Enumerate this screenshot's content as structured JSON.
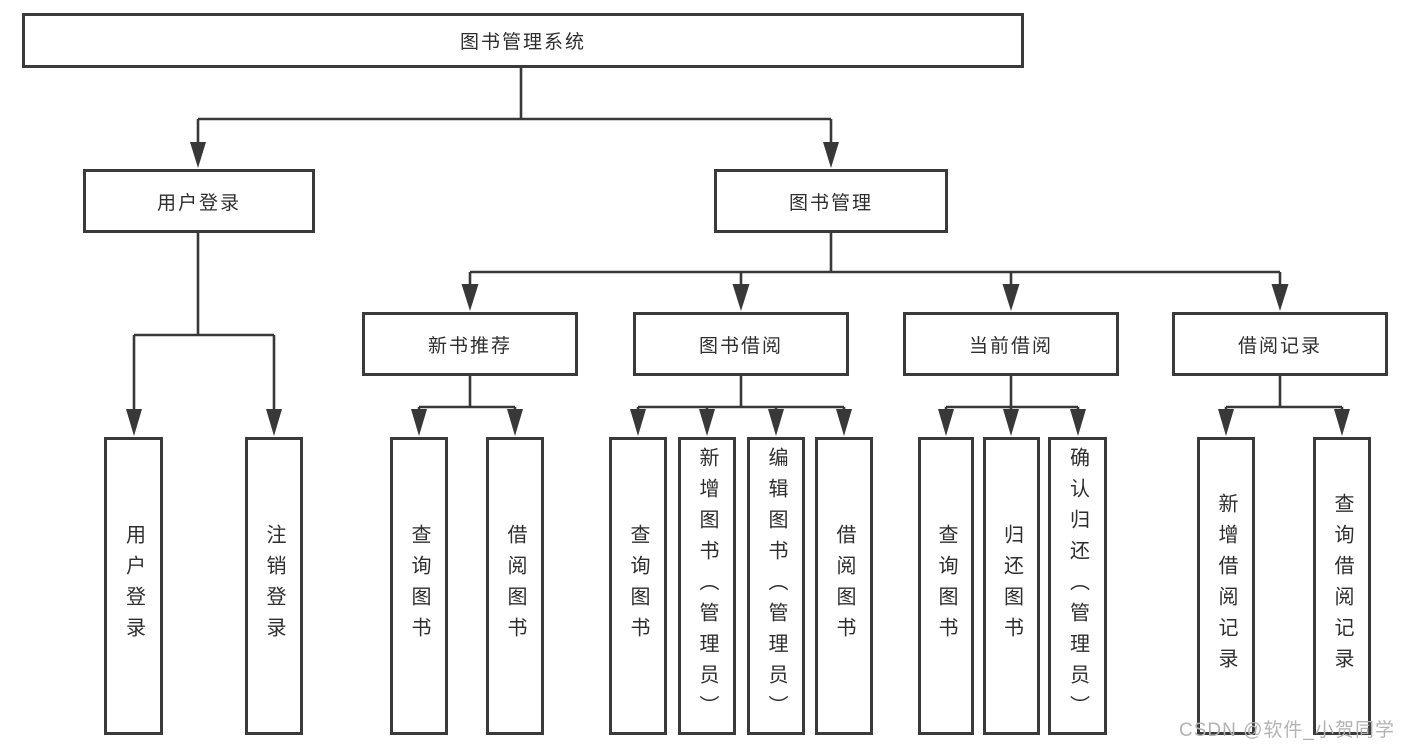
{
  "colors": {
    "bg": "#ffffff",
    "line": "#383838",
    "border": "#3a3a3a",
    "text": "#2e2e2e",
    "watermark": "#b3b3b3"
  },
  "watermark": {
    "text": "CSDN @软件_小贺同学"
  },
  "tree": {
    "root": {
      "label": "图书管理系统",
      "children": [
        {
          "label": "用户登录",
          "children": [
            {
              "label": "用户登录"
            },
            {
              "label": "注销登录"
            }
          ]
        },
        {
          "label": "图书管理",
          "children": [
            {
              "label": "新书推荐",
              "children": [
                {
                  "label": "查询图书"
                },
                {
                  "label": "借阅图书"
                }
              ]
            },
            {
              "label": "图书借阅",
              "children": [
                {
                  "label": "查询图书"
                },
                {
                  "label": "新增图书（管理员）"
                },
                {
                  "label": "编辑图书（管理员）"
                },
                {
                  "label": "借阅图书"
                }
              ]
            },
            {
              "label": "当前借阅",
              "children": [
                {
                  "label": "查询图书"
                },
                {
                  "label": "归还图书"
                },
                {
                  "label": "确认归还（管理员）"
                }
              ]
            },
            {
              "label": "借阅记录",
              "children": [
                {
                  "label": "新增借阅记录"
                },
                {
                  "label": "查询借阅记录"
                }
              ]
            }
          ]
        }
      ]
    }
  }
}
